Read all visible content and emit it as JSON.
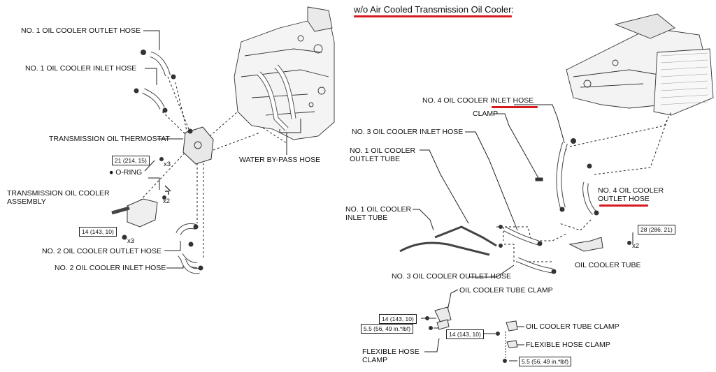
{
  "title": "w/o Air Cooled Transmission Oil Cooler:",
  "left": {
    "no1_outlet_hose": "NO. 1 OIL COOLER OUTLET HOSE",
    "no1_inlet_hose": "NO. 1 OIL COOLER INLET HOSE",
    "thermostat": "TRANSMISSION OIL THERMOSTAT",
    "torque_thermostat": "21 (214, 15)",
    "x3_a": "x3",
    "oring": "O-RING",
    "x2_a": "x2",
    "cooler_assembly_1": "TRANSMISSION OIL COOLER",
    "cooler_assembly_2": "ASSEMBLY",
    "torque_cooler": "14 (143, 10)",
    "x3_b": "x3",
    "no2_outlet_hose": "NO. 2 OIL COOLER OUTLET HOSE",
    "no2_inlet_hose": "NO. 2 OIL COOLER INLET HOSE",
    "water_bypass": "WATER BY-PASS HOSE"
  },
  "right": {
    "no4_inlet_prefix": "NO. 4 OIL COOLER ",
    "no4_inlet_highlight": "INLET HOSE",
    "clamp": "CLAMP",
    "no3_inlet_hose": "NO. 3 OIL COOLER INLET HOSE",
    "no1_outlet_tube_1": "NO. 1 OIL COOLER",
    "no1_outlet_tube_2": "OUTLET TUBE",
    "no4_outlet_1": "NO. 4 OIL COOLER",
    "no4_outlet_2": "OUTLET HOSE",
    "no1_inlet_tube_1": "NO. 1 OIL COOLER",
    "no1_inlet_tube_2": "INLET TUBE",
    "torque_tube": "28 (286, 21)",
    "x2_b": "x2",
    "oil_cooler_tube": "OIL COOLER TUBE",
    "no3_outlet_hose": "NO. 3 OIL COOLER OUTLET HOSE"
  },
  "bottom": {
    "tube_clamp_top": "OIL COOLER TUBE CLAMP",
    "torque_a": "14 (143, 10)",
    "torque_b": "5.5 (56, 49 in.*lbf)",
    "flex_clamp_1": "FLEXIBLE HOSE",
    "flex_clamp_2": "CLAMP",
    "torque_c": "14 (143, 10)",
    "tube_clamp_right": "OIL COOLER TUBE CLAMP",
    "flex_clamp_right": "FLEXIBLE HOSE CLAMP",
    "torque_d": "5.5 (56, 49 in.*lbf)"
  },
  "colors": {
    "highlight": "#d71920",
    "ink": "#111111"
  }
}
